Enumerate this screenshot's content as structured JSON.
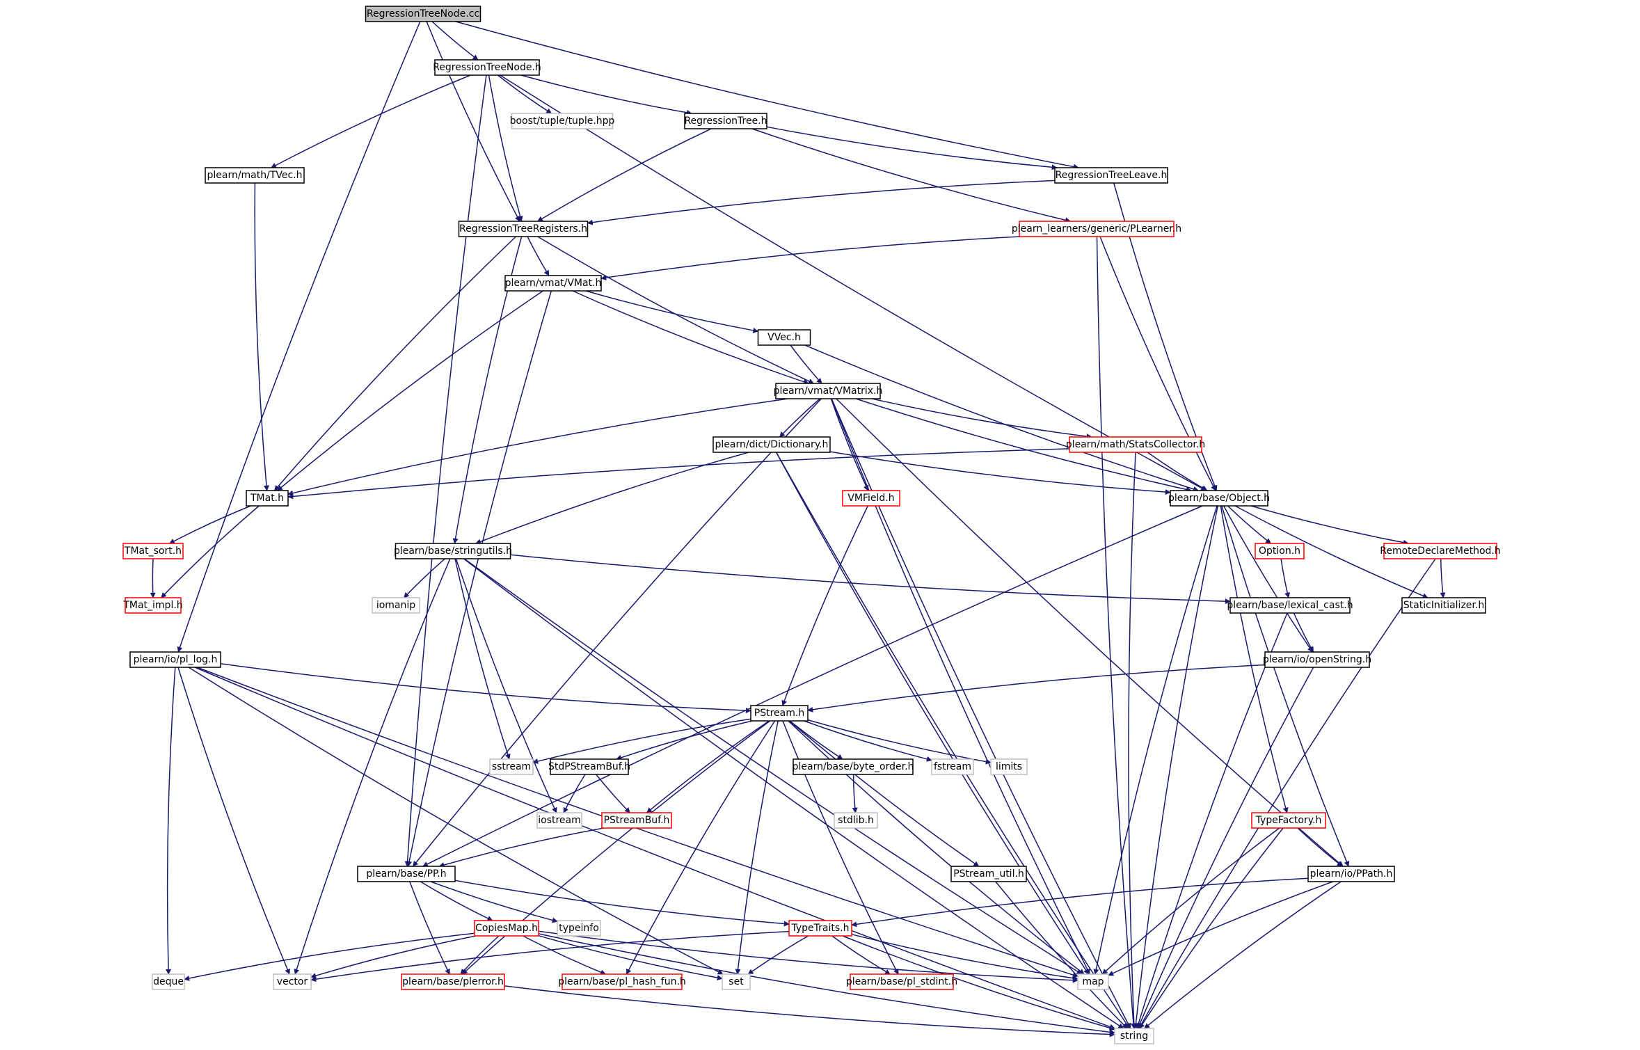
{
  "diagram": {
    "colors": {
      "edge": "#191970",
      "root_fill": "#bfbfbf",
      "local_border": "#000000",
      "unexpanded_border": "#ff0000",
      "system_border": "#bfbfbf"
    },
    "nodes": [
      {
        "id": "regressiontreenode_cc",
        "label": "RegressionTreeNode.cc",
        "kind": "root"
      },
      {
        "id": "regressiontreenode_h",
        "label": "RegressionTreeNode.h",
        "kind": "local"
      },
      {
        "id": "tuple_hpp",
        "label": "boost/tuple/tuple.hpp",
        "kind": "system"
      },
      {
        "id": "regressiontree_h",
        "label": "RegressionTree.h",
        "kind": "local"
      },
      {
        "id": "tvec_h",
        "label": "plearn/math/TVec.h",
        "kind": "local"
      },
      {
        "id": "regressiontreeleave_h",
        "label": "RegressionTreeLeave.h",
        "kind": "local"
      },
      {
        "id": "regressiontreeregisters_h",
        "label": "RegressionTreeRegisters.h",
        "kind": "local"
      },
      {
        "id": "plearner_h",
        "label": "plearn_learners/generic/PLearner.h",
        "kind": "red"
      },
      {
        "id": "vmat_h",
        "label": "plearn/vmat/VMat.h",
        "kind": "local"
      },
      {
        "id": "vvec_h",
        "label": "VVec.h",
        "kind": "local"
      },
      {
        "id": "vmatrix_h",
        "label": "plearn/vmat/VMatrix.h",
        "kind": "local"
      },
      {
        "id": "dictionary_h",
        "label": "plearn/dict/Dictionary.h",
        "kind": "local"
      },
      {
        "id": "statscollector_h",
        "label": "plearn/math/StatsCollector.h",
        "kind": "red"
      },
      {
        "id": "tmat_h",
        "label": "TMat.h",
        "kind": "local"
      },
      {
        "id": "vmfield_h",
        "label": "VMField.h",
        "kind": "red"
      },
      {
        "id": "object_h",
        "label": "plearn/base/Object.h",
        "kind": "local"
      },
      {
        "id": "tmat_sort_h",
        "label": "TMat_sort.h",
        "kind": "red"
      },
      {
        "id": "stringutils_h",
        "label": "plearn/base/stringutils.h",
        "kind": "local"
      },
      {
        "id": "option_h",
        "label": "Option.h",
        "kind": "red"
      },
      {
        "id": "remotedeclaremethod_h",
        "label": "RemoteDeclareMethod.h",
        "kind": "red"
      },
      {
        "id": "tmat_impl_h",
        "label": "TMat_impl.h",
        "kind": "red"
      },
      {
        "id": "iomanip",
        "label": "iomanip",
        "kind": "system"
      },
      {
        "id": "lexical_cast_h",
        "label": "plearn/base/lexical_cast.h",
        "kind": "local"
      },
      {
        "id": "staticinitializer_h",
        "label": "StaticInitializer.h",
        "kind": "local"
      },
      {
        "id": "pl_log_h",
        "label": "plearn/io/pl_log.h",
        "kind": "local"
      },
      {
        "id": "openstring_h",
        "label": "plearn/io/openString.h",
        "kind": "local"
      },
      {
        "id": "pstream_h",
        "label": "PStream.h",
        "kind": "local"
      },
      {
        "id": "sstream",
        "label": "sstream",
        "kind": "system"
      },
      {
        "id": "stdpstreambuf_h",
        "label": "StdPStreamBuf.h",
        "kind": "local"
      },
      {
        "id": "byte_order_h",
        "label": "plearn/base/byte_order.h",
        "kind": "local"
      },
      {
        "id": "fstream",
        "label": "fstream",
        "kind": "system"
      },
      {
        "id": "limits",
        "label": "limits",
        "kind": "system"
      },
      {
        "id": "stdlib_h",
        "label": "stdlib.h",
        "kind": "system"
      },
      {
        "id": "iostream",
        "label": "iostream",
        "kind": "system"
      },
      {
        "id": "pstreambuf_h",
        "label": "PStreamBuf.h",
        "kind": "red"
      },
      {
        "id": "typefactory_h",
        "label": "TypeFactory.h",
        "kind": "red"
      },
      {
        "id": "pp_h",
        "label": "plearn/base/PP.h",
        "kind": "local"
      },
      {
        "id": "pstream_util_h",
        "label": "PStream_util.h",
        "kind": "local"
      },
      {
        "id": "ppath_h",
        "label": "plearn/io/PPath.h",
        "kind": "local"
      },
      {
        "id": "typeinfo",
        "label": "typeinfo",
        "kind": "system"
      },
      {
        "id": "copiesmap_h",
        "label": "CopiesMap.h",
        "kind": "red"
      },
      {
        "id": "typetraits_h",
        "label": "TypeTraits.h",
        "kind": "red"
      },
      {
        "id": "deque",
        "label": "deque",
        "kind": "system"
      },
      {
        "id": "vector",
        "label": "vector",
        "kind": "system"
      },
      {
        "id": "plerror_h",
        "label": "plearn/base/plerror.h",
        "kind": "red"
      },
      {
        "id": "pl_hash_fun_h",
        "label": "plearn/base/pl_hash_fun.h",
        "kind": "red"
      },
      {
        "id": "set",
        "label": "set",
        "kind": "system"
      },
      {
        "id": "pl_stdint_h",
        "label": "plearn/base/pl_stdint.h",
        "kind": "red"
      },
      {
        "id": "map",
        "label": "map",
        "kind": "system"
      },
      {
        "id": "string",
        "label": "string",
        "kind": "system"
      }
    ],
    "edges": [
      [
        "regressiontreenode_cc",
        "regressiontreenode_h"
      ],
      [
        "regressiontreenode_cc",
        "regressiontreeregisters_h"
      ],
      [
        "regressiontreenode_cc",
        "regressiontreeleave_h"
      ],
      [
        "regressiontreenode_cc",
        "pl_log_h"
      ],
      [
        "regressiontreenode_h",
        "tuple_hpp"
      ],
      [
        "regressiontreenode_h",
        "regressiontree_h"
      ],
      [
        "regressiontreenode_h",
        "tvec_h"
      ],
      [
        "regressiontreenode_h",
        "regressiontreeregisters_h"
      ],
      [
        "regressiontreenode_h",
        "object_h"
      ],
      [
        "regressiontreenode_h",
        "pp_h"
      ],
      [
        "regressiontree_h",
        "regressiontreeleave_h"
      ],
      [
        "regressiontree_h",
        "regressiontreeregisters_h"
      ],
      [
        "regressiontree_h",
        "plearner_h"
      ],
      [
        "tvec_h",
        "tmat_h"
      ],
      [
        "regressiontreeleave_h",
        "regressiontreeregisters_h"
      ],
      [
        "regressiontreeleave_h",
        "object_h"
      ],
      [
        "regressiontreeregisters_h",
        "vmat_h"
      ],
      [
        "regressiontreeregisters_h",
        "vmatrix_h"
      ],
      [
        "regressiontreeregisters_h",
        "tmat_h"
      ],
      [
        "regressiontreeregisters_h",
        "stringutils_h"
      ],
      [
        "plearner_h",
        "vmat_h"
      ],
      [
        "plearner_h",
        "object_h"
      ],
      [
        "plearner_h",
        "string"
      ],
      [
        "vmat_h",
        "vvec_h"
      ],
      [
        "vmat_h",
        "vmatrix_h"
      ],
      [
        "vmat_h",
        "tmat_h"
      ],
      [
        "vmat_h",
        "pp_h"
      ],
      [
        "vvec_h",
        "vmatrix_h"
      ],
      [
        "vvec_h",
        "object_h"
      ],
      [
        "vmatrix_h",
        "dictionary_h"
      ],
      [
        "vmatrix_h",
        "statscollector_h"
      ],
      [
        "vmatrix_h",
        "vmfield_h"
      ],
      [
        "vmatrix_h",
        "object_h"
      ],
      [
        "vmatrix_h",
        "tmat_h"
      ],
      [
        "vmatrix_h",
        "pp_h"
      ],
      [
        "vmatrix_h",
        "map"
      ],
      [
        "vmatrix_h",
        "ppath_h"
      ],
      [
        "vmatrix_h",
        "string"
      ],
      [
        "dictionary_h",
        "object_h"
      ],
      [
        "dictionary_h",
        "stringutils_h"
      ],
      [
        "dictionary_h",
        "map"
      ],
      [
        "dictionary_h",
        "string"
      ],
      [
        "statscollector_h",
        "object_h"
      ],
      [
        "statscollector_h",
        "tmat_h"
      ],
      [
        "statscollector_h",
        "string"
      ],
      [
        "tmat_h",
        "tmat_sort_h"
      ],
      [
        "tmat_h",
        "tmat_impl_h"
      ],
      [
        "tmat_sort_h",
        "tmat_impl_h"
      ],
      [
        "vmfield_h",
        "pstream_h"
      ],
      [
        "object_h",
        "option_h"
      ],
      [
        "object_h",
        "remotedeclaremethod_h"
      ],
      [
        "object_h",
        "staticinitializer_h"
      ],
      [
        "object_h",
        "openstring_h"
      ],
      [
        "object_h",
        "typefactory_h"
      ],
      [
        "object_h",
        "ppath_h"
      ],
      [
        "object_h",
        "pp_h"
      ],
      [
        "object_h",
        "map"
      ],
      [
        "object_h",
        "string"
      ],
      [
        "option_h",
        "lexical_cast_h"
      ],
      [
        "remotedeclaremethod_h",
        "staticinitializer_h"
      ],
      [
        "remotedeclaremethod_h",
        "string"
      ],
      [
        "stringutils_h",
        "iomanip"
      ],
      [
        "stringutils_h",
        "lexical_cast_h"
      ],
      [
        "stringutils_h",
        "sstream"
      ],
      [
        "stringutils_h",
        "iostream"
      ],
      [
        "stringutils_h",
        "vector"
      ],
      [
        "stringutils_h",
        "map"
      ],
      [
        "stringutils_h",
        "string"
      ],
      [
        "lexical_cast_h",
        "openstring_h"
      ],
      [
        "lexical_cast_h",
        "string"
      ],
      [
        "openstring_h",
        "pstream_h"
      ],
      [
        "openstring_h",
        "string"
      ],
      [
        "pl_log_h",
        "pstream_h"
      ],
      [
        "pl_log_h",
        "deque"
      ],
      [
        "pl_log_h",
        "vector"
      ],
      [
        "pl_log_h",
        "set"
      ],
      [
        "pl_log_h",
        "map"
      ],
      [
        "pl_log_h",
        "string"
      ],
      [
        "pstream_h",
        "sstream"
      ],
      [
        "pstream_h",
        "stdpstreambuf_h"
      ],
      [
        "pstream_h",
        "byte_order_h"
      ],
      [
        "pstream_h",
        "fstream"
      ],
      [
        "pstream_h",
        "limits"
      ],
      [
        "pstream_h",
        "pstreambuf_h"
      ],
      [
        "pstream_h",
        "pstream_util_h"
      ],
      [
        "pstream_h",
        "plerror_h"
      ],
      [
        "pstream_h",
        "pl_hash_fun_h"
      ],
      [
        "pstream_h",
        "set"
      ],
      [
        "pstream_h",
        "pl_stdint_h"
      ],
      [
        "pstream_h",
        "map"
      ],
      [
        "stdpstreambuf_h",
        "iostream"
      ],
      [
        "stdpstreambuf_h",
        "pstreambuf_h"
      ],
      [
        "byte_order_h",
        "stdlib_h"
      ],
      [
        "pstreambuf_h",
        "pp_h"
      ],
      [
        "typefactory_h",
        "ppath_h"
      ],
      [
        "typefactory_h",
        "map"
      ],
      [
        "typefactory_h",
        "string"
      ],
      [
        "pp_h",
        "typeinfo"
      ],
      [
        "pp_h",
        "copiesmap_h"
      ],
      [
        "pp_h",
        "typetraits_h"
      ],
      [
        "pp_h",
        "plerror_h"
      ],
      [
        "pstream_util_h",
        "string"
      ],
      [
        "ppath_h",
        "typetraits_h"
      ],
      [
        "ppath_h",
        "map"
      ],
      [
        "ppath_h",
        "string"
      ],
      [
        "copiesmap_h",
        "deque"
      ],
      [
        "copiesmap_h",
        "vector"
      ],
      [
        "copiesmap_h",
        "plerror_h"
      ],
      [
        "copiesmap_h",
        "pl_hash_fun_h"
      ],
      [
        "copiesmap_h",
        "set"
      ],
      [
        "copiesmap_h",
        "map"
      ],
      [
        "copiesmap_h",
        "string"
      ],
      [
        "typetraits_h",
        "vector"
      ],
      [
        "typetraits_h",
        "set"
      ],
      [
        "typetraits_h",
        "pl_stdint_h"
      ],
      [
        "typetraits_h",
        "map"
      ],
      [
        "typetraits_h",
        "string"
      ],
      [
        "plerror_h",
        "string"
      ]
    ]
  }
}
